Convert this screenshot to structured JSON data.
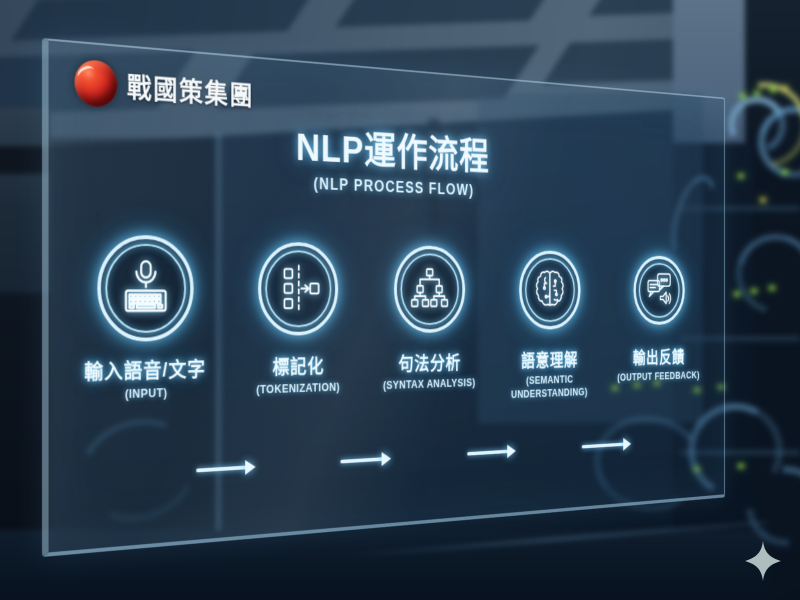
{
  "logo": {
    "brand": "戰國策集團",
    "icon": "red-sphere-logo"
  },
  "title": {
    "main": "NLP運作流程",
    "subtitle": "(NLP PROCESS FLOW)"
  },
  "stages": [
    {
      "zh": "輸入語音/文字",
      "en": "(INPUT)",
      "icon": "microphone-keyboard-icon"
    },
    {
      "zh": "標記化",
      "en": "(TOKENIZATION)",
      "icon": "tokenization-icon"
    },
    {
      "zh": "句法分析",
      "en": "(SYNTAX ANALYSIS)",
      "icon": "syntax-tree-icon"
    },
    {
      "zh": "語意理解",
      "en": "(SEMANTIC UNDERSTANDING)",
      "icon": "brain-icon"
    },
    {
      "zh": "輸出反饋",
      "en": "(OUTPUT FEEDBACK)",
      "icon": "chat-speaker-icon"
    }
  ],
  "decor": {
    "sparkle": "four-point-sparkle"
  },
  "colors": {
    "glow_text": "#eefaff",
    "accent_cyan": "#5bc8f0",
    "ring": "#dff4fd",
    "led_green": "#8fd04a",
    "cable_yellow": "#b2b668",
    "logo_red": "#d42b22",
    "glass_tint": "#3c6487",
    "background_dark": "#0b1622"
  }
}
